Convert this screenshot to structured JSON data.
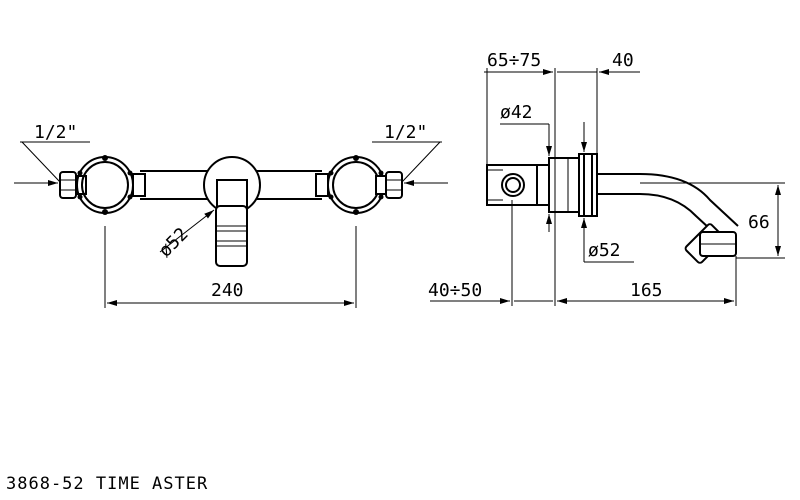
{
  "front_view": {
    "thread_left": "1/2\"",
    "thread_right": "1/2\"",
    "spout_diameter": "ø52",
    "width": "240"
  },
  "side_view": {
    "depth_range": "65÷75",
    "spout_offset": "40",
    "inner_diameter": "ø42",
    "rosette_diameter": "ø52",
    "height": "66",
    "wall_range": "40÷50",
    "projection": "165"
  },
  "caption": "3868-52 TIME ASTER"
}
